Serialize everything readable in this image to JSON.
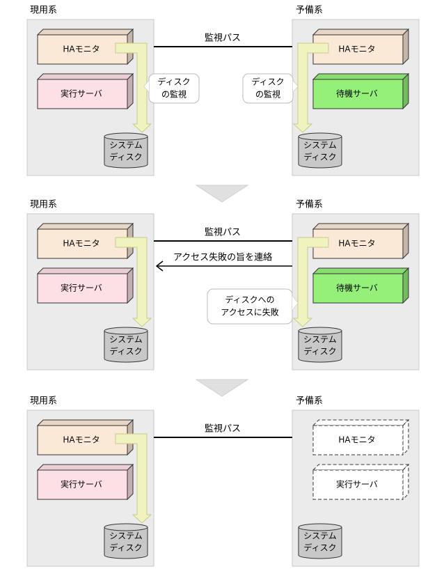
{
  "panels": [
    {
      "left_title": "現用系",
      "right_title": "予備系",
      "left_monitor": "HAモニタ",
      "left_server": "実行サーバ",
      "left_disk": [
        "システム",
        "ディスク"
      ],
      "right_monitor": "HAモニタ",
      "right_server": "待機サーバ",
      "right_disk": [
        "システム",
        "ディスク"
      ],
      "link_label": "監視パス",
      "left_callout": [
        "ディスク",
        "の監視"
      ],
      "right_callout": [
        "ディスク",
        "の監視"
      ]
    },
    {
      "left_title": "現用系",
      "right_title": "予備系",
      "left_monitor": "HAモニタ",
      "left_server": "実行サーバ",
      "left_disk": [
        "システム",
        "ディスク"
      ],
      "right_monitor": "HAモニタ",
      "right_server": "待機サーバ",
      "right_disk": [
        "システム",
        "ディスク"
      ],
      "link_label": "監視パス",
      "notify_label": "アクセス失敗の旨を連絡",
      "right_callout": [
        "ディスクへの",
        "アクセスに失敗"
      ]
    },
    {
      "left_title": "現用系",
      "right_title": "予備系",
      "left_monitor": "HAモニタ",
      "left_server": "実行サーバ",
      "left_disk": [
        "システム",
        "ディスク"
      ],
      "right_monitor": "HAモニタ",
      "right_server": "実行サーバ",
      "right_disk": [
        "システム",
        "ディスク"
      ],
      "link_label": "監視パス"
    }
  ],
  "colors": {
    "system_bg": "#ebebeb",
    "system_border": "#c8c8c8",
    "monitor_fill": "#fbe9d7",
    "exec_server_fill": "#fde0e6",
    "standby_server_fill": "#95f07a",
    "dashed_fill": "#ffffff",
    "disk_fill": "#c8c8c8",
    "flow_arrow_fill": "#f0f3c0",
    "flow_arrow_stroke": "#c8cb8a",
    "step_arrow": "#e0e0e0"
  }
}
